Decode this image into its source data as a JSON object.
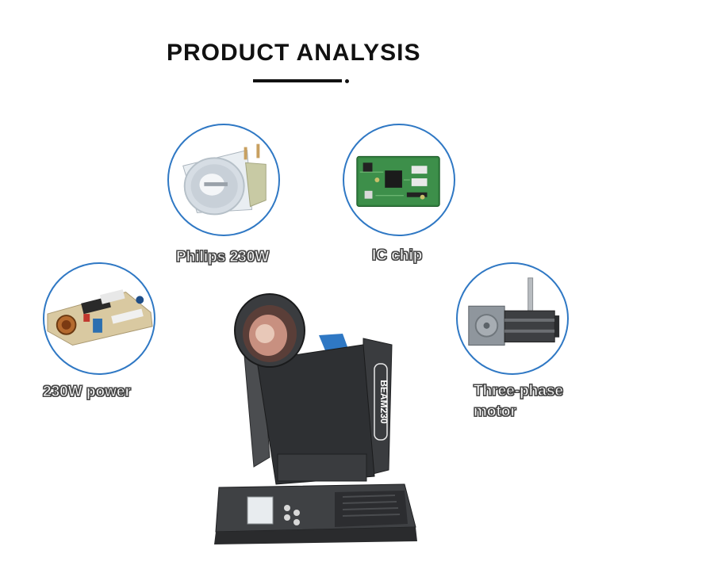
{
  "title": "PRODUCT ANALYSIS",
  "colors": {
    "accent": "#2f78c4",
    "title": "#111111"
  },
  "components": [
    {
      "id": "lamp",
      "caption": "Philips 230W",
      "icon": "lamp-bulb-icon"
    },
    {
      "id": "chip",
      "caption": "IC chip",
      "icon": "circuit-board-icon"
    },
    {
      "id": "power",
      "caption": "230W power",
      "icon": "power-board-icon"
    },
    {
      "id": "motor",
      "caption_line1": "Three-phase",
      "caption_line2": "motor",
      "icon": "stepper-motor-icon"
    }
  ],
  "product": {
    "head_label": "BEAM230",
    "icon": "moving-head-light-icon"
  }
}
